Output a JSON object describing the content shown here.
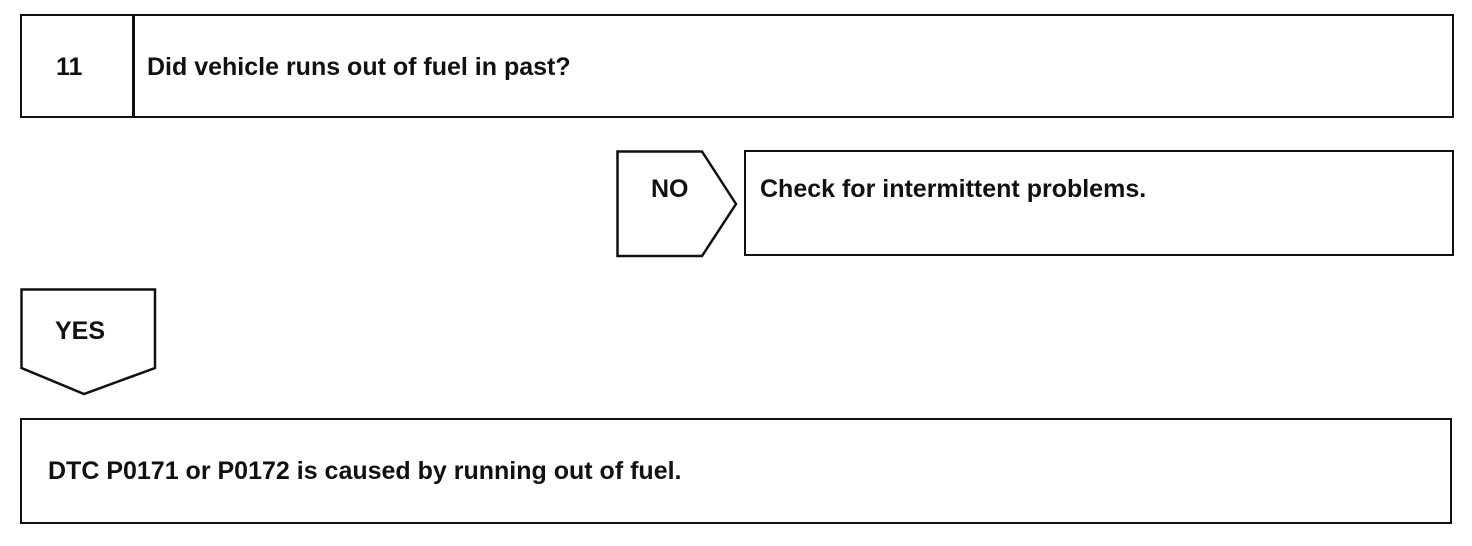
{
  "step": {
    "number": "11",
    "question": "Did vehicle runs out of fuel in past?"
  },
  "no_branch": {
    "label": "NO",
    "result": "Check for intermittent problems."
  },
  "yes_branch": {
    "label": "YES",
    "result": "DTC P0171 or P0172 is caused by running out of fuel."
  }
}
